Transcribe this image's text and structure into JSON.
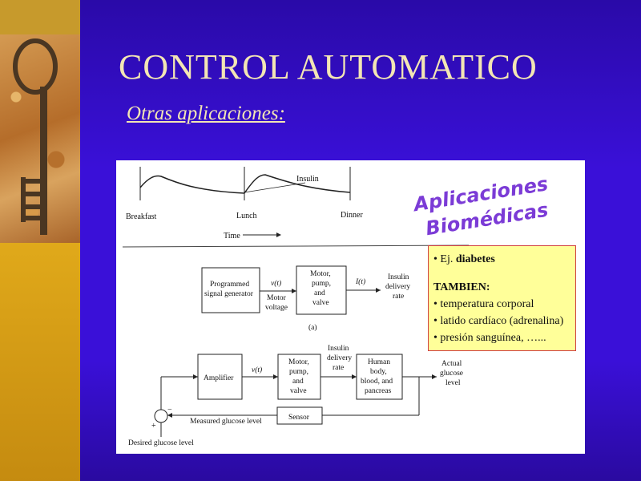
{
  "slide": {
    "title": "CONTROL AUTOMATICO",
    "subtitle": "Otras aplicaciones:"
  },
  "figure": {
    "badge_line1": "Aplicaciones",
    "badge_line2": "Biomédicas",
    "timeline": {
      "insulin_label": "Insulin",
      "breakfast": "Breakfast",
      "lunch": "Lunch",
      "dinner": "Dinner",
      "time": "Time"
    },
    "diagram_a": {
      "block1_l1": "Programmed",
      "block1_l2": "signal generator",
      "signal_v": "v(t)",
      "motor_l1": "Motor",
      "motor_l2": "voltage",
      "block2_l1": "Motor,",
      "block2_l2": "pump,",
      "block2_l3": "and",
      "block2_l4": "valve",
      "signal_i": "I(t)",
      "out_l1": "Insulin",
      "out_l2": "delivery",
      "out_l3": "rate",
      "caption": "(a)"
    },
    "diagram_b": {
      "amplifier": "Amplifier",
      "signal_v": "v(t)",
      "motor_l1": "Motor,",
      "motor_l2": "pump,",
      "motor_l3": "and",
      "motor_l4": "valve",
      "ins_l1": "Insulin",
      "ins_l2": "delivery",
      "ins_l3": "rate",
      "body_l1": "Human",
      "body_l2": "body,",
      "body_l3": "blood, and",
      "body_l4": "pancreas",
      "act_l1": "Actual",
      "act_l2": "glucose",
      "act_l3": "level",
      "sensor": "Sensor",
      "measured": "Measured glucose level",
      "desired": "Desired glucose level",
      "minus": "−",
      "plus": "+"
    },
    "callout": {
      "line1_prefix": "• Ej.  ",
      "line1_bold": "diabetes",
      "heading": "TAMBIEN:",
      "items": [
        "• temperatura corporal",
        "• latido cardíaco (adrenalina)",
        "• presión sanguínea, …..."
      ]
    }
  }
}
